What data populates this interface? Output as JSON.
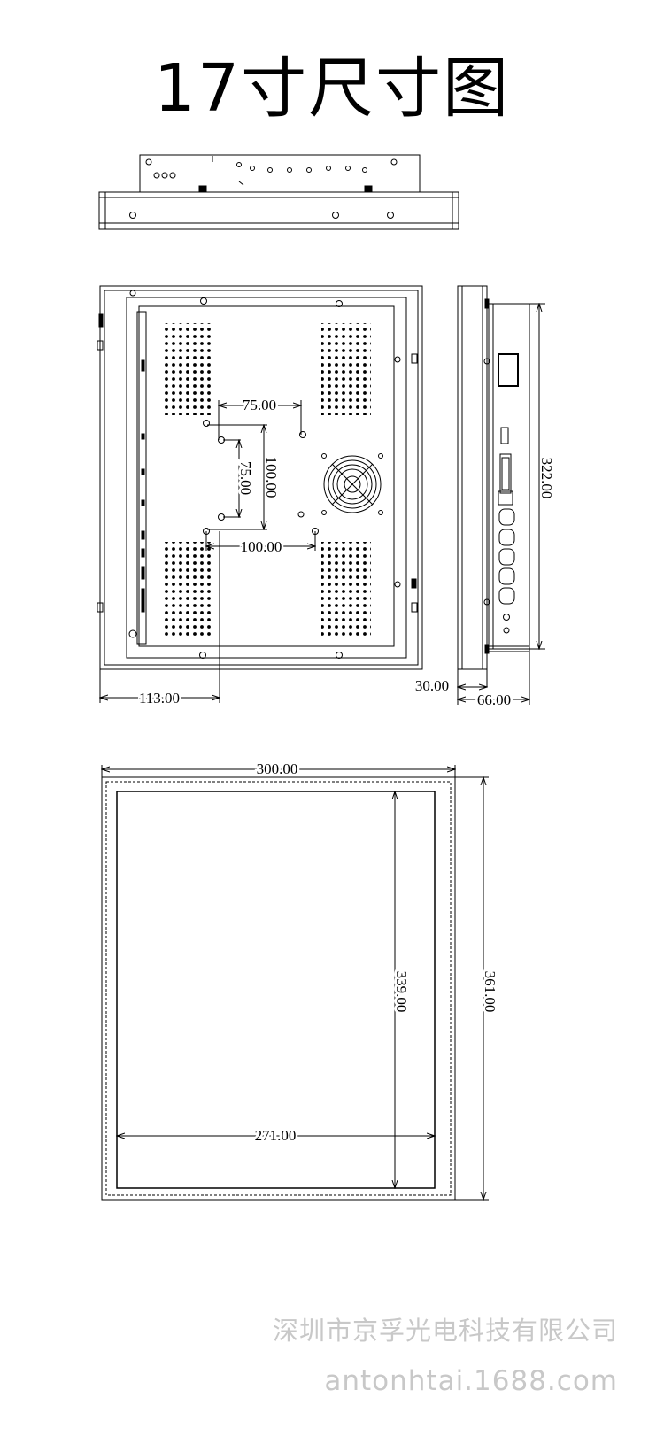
{
  "title": "17寸尺寸图",
  "dimensions": {
    "vesa_small_h": "75.00",
    "vesa_small_v": "75.00",
    "vesa_large_v": "100.00",
    "vesa_large_h": "100.00",
    "edge_to_mount": "113.00",
    "side_height": "322.00",
    "bezel_depth": "30.00",
    "total_depth": "66.00",
    "outer_width": "300.00",
    "outer_height": "361.00",
    "screen_height": "339.00",
    "screen_width": "271.00"
  },
  "watermark": {
    "company": "深圳市京孚光电科技有限公司",
    "site": "antonhtai.1688.com"
  }
}
